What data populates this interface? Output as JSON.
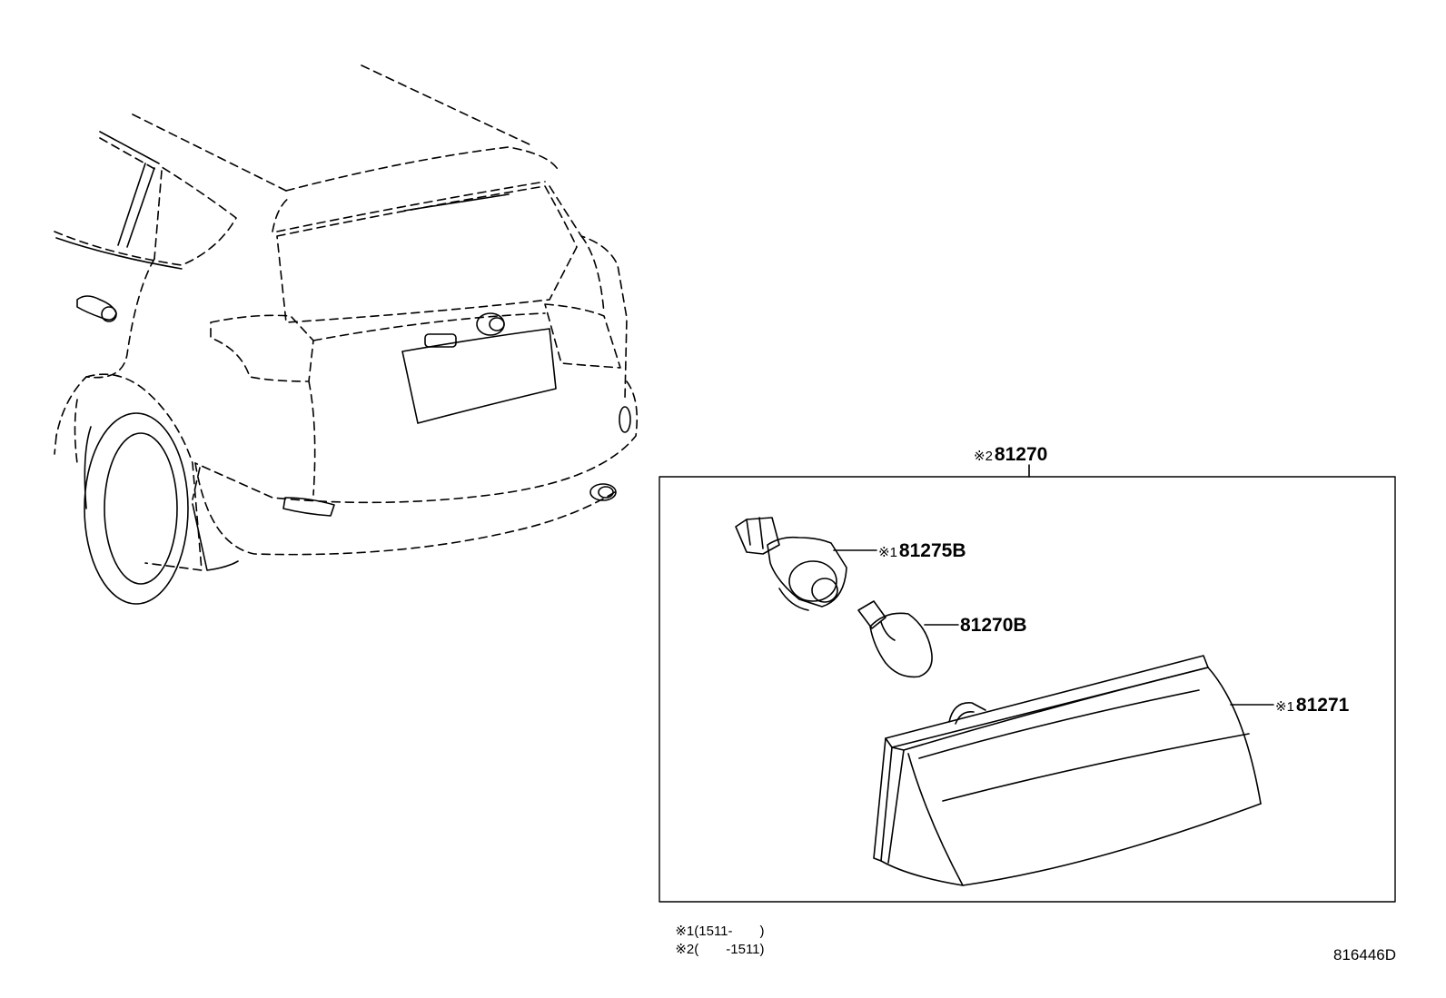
{
  "callouts": {
    "assembly": {
      "mark": "※2",
      "part": "81270"
    },
    "socket": {
      "mark": "※1",
      "part": "81275B"
    },
    "bulb": {
      "mark": "",
      "part": "81270B"
    },
    "lens": {
      "mark": "※1",
      "part": "81271"
    }
  },
  "notes": [
    {
      "mark": "※1",
      "text": "(1511-　　)"
    },
    {
      "mark": "※2",
      "text": "(　　-1511)"
    }
  ],
  "illustration_code": "816446D",
  "colors": {
    "line": "#000000",
    "background": "#ffffff"
  }
}
